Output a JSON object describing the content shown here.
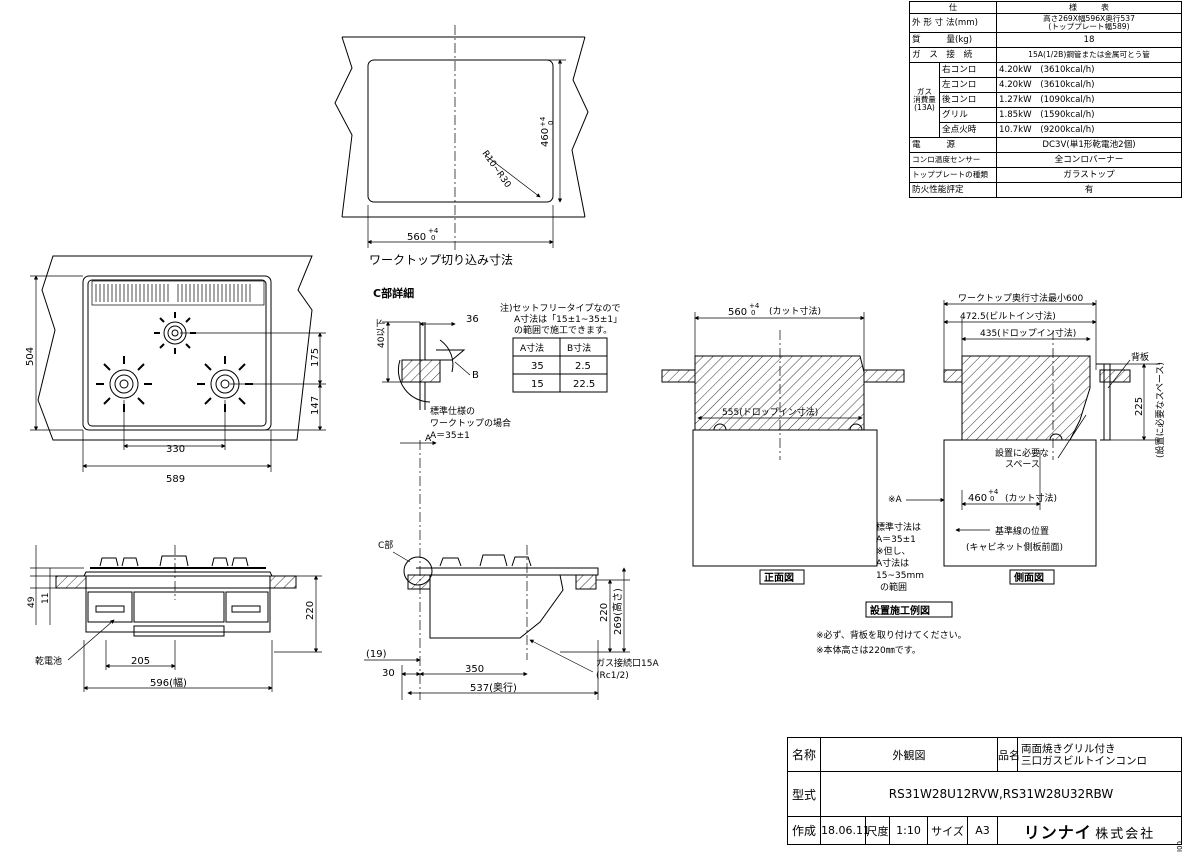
{
  "spec_table": {
    "title_left": "仕",
    "title_right": "様　　　表",
    "rows": [
      {
        "label": "外 形 寸 法(mm)",
        "value": "高さ269X幅596X奥行537",
        "value2": "(トッププレート幅589)"
      },
      {
        "label": "質　　　量(kg)",
        "value": "18"
      },
      {
        "label": "ガ　ス　接　続",
        "value": "15A(1/2B)鋼管または金属可とう管"
      },
      {
        "label": "電　　　源",
        "value": "DC3V(単1形乾電池2個)"
      },
      {
        "label": "コンロ温度センサー",
        "value": "全コンロバーナー"
      },
      {
        "label": "トッププレートの種類",
        "value": "ガラストップ"
      },
      {
        "label": "防火性能評定",
        "value": "有"
      }
    ],
    "gas": {
      "group_label": [
        "ガス",
        "消費量",
        "(13A)"
      ],
      "rows": [
        {
          "name": "右コンロ",
          "kw": "4.20kW",
          "kcal": "(3610kcal/h)"
        },
        {
          "name": "左コンロ",
          "kw": "4.20kW",
          "kcal": "(3610kcal/h)"
        },
        {
          "name": "後コンロ",
          "kw": "1.27kW",
          "kcal": "(1090kcal/h)"
        },
        {
          "name": "グリル",
          "kw": "1.85kW",
          "kcal": "(1590kcal/h)"
        },
        {
          "name": "全点火時",
          "kw": "10.7kW",
          "kcal": "(9200kcal/h)"
        }
      ]
    }
  },
  "cutout": {
    "title": "ワークトップ切り込み寸法",
    "width": "560",
    "depth": "460",
    "tol_plus": "+4",
    "tol_zero": "0",
    "radius": "R10~R30"
  },
  "top_view": {
    "dim_height": "504",
    "dim_175": "175",
    "dim_147": "147",
    "dim_330": "330",
    "dim_589": "589"
  },
  "front_view": {
    "dim_49": "49",
    "dim_11": "11",
    "dim_220": "220",
    "dim_205": "205",
    "dim_596": "596(幅)",
    "battery_label": "乾電池"
  },
  "section_view": {
    "c_detail_title": "C部詳細",
    "dim_40": "40以下",
    "dim_36": "36",
    "label_b": "B",
    "label_a": "A",
    "std_note": [
      "標準仕様の",
      "ワークトップの場合",
      "A＝35±1"
    ],
    "c_part": "C部",
    "dim_19": "(19)",
    "dim_30": "30",
    "dim_350": "350",
    "dim_537": "537(奥行)",
    "dim_220": "220",
    "dim_269": "269(高さ)",
    "gas_conn": [
      "ガス接続口15A",
      "(Rc1/2)"
    ]
  },
  "note_box": {
    "lines": [
      "注)セットフリータイプなので",
      "A寸法は「15±1~35±1」",
      "の範囲で施工できます。"
    ],
    "headers": [
      "A寸法",
      "B寸法"
    ],
    "rows": [
      [
        "35",
        "2.5"
      ],
      [
        "15",
        "22.5"
      ]
    ]
  },
  "install_front": {
    "cut_dim": "560",
    "tol_plus": "+4",
    "tol_zero": "0",
    "cut_label": "(カット寸法)",
    "dropin": "555(ドロップイン寸法)",
    "label": "正面図"
  },
  "install_side": {
    "worktop_min": "ワークトップ奥行寸法最小600",
    "builtin": "472.5(ビルトイン寸法)",
    "dropin": "435(ドロップイン寸法)",
    "backplate": "背板",
    "dim_225": "225",
    "vertical_note": "(設置に必要なスペース)",
    "space_note": [
      "設置に必要な",
      "スペース"
    ],
    "cut_dim": "460",
    "tol_plus": "+4",
    "tol_zero": "0",
    "cut_label": "(カット寸法)",
    "star_a": "※A",
    "ref_line": "基準線の位置",
    "ref_line2": "(キャビネット側板前面)",
    "label": "側面図"
  },
  "std_dims": [
    "標準寸法は",
    "A＝35±1",
    "※但し、",
    "A寸法は",
    "15~35mm",
    "の範囲"
  ],
  "install_example": {
    "title": "設置施工例図",
    "notes": [
      "※必ず、背板を取り付けてください。",
      "※本体高さは220㎜です。"
    ]
  },
  "title_block": {
    "name_label": "名称",
    "name_value": "外観図",
    "product_label": "品名",
    "product_value": [
      "両面焼きグリル付き",
      "三口ガスビルトインコンロ"
    ],
    "model_label": "型式",
    "model_value": "RS31W28U12RVW,RS31W28U32RBW",
    "made_label": "作成",
    "date": "18.06.11",
    "scale_label": "尺度",
    "scale": "1:10",
    "size_label": "サイズ",
    "size": "A3",
    "company_logo": "リンナイ",
    "company_suffix": "株式会社",
    "sheet_no": "I00"
  }
}
